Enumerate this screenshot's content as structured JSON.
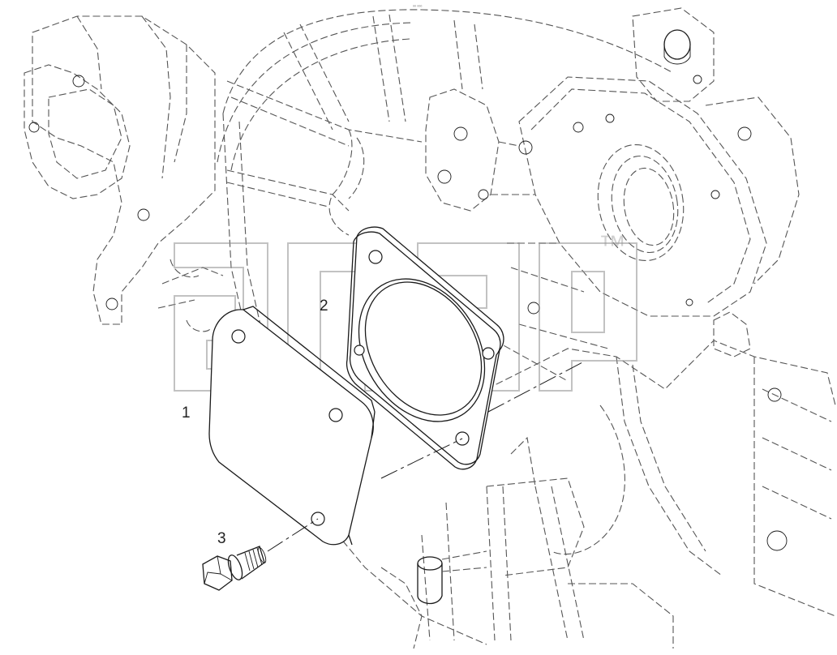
{
  "diagram": {
    "header_mark": "⁰⁰ ⁰⁰⁰",
    "callouts": [
      {
        "id": "1",
        "label": "1"
      },
      {
        "id": "2",
        "label": "2"
      },
      {
        "id": "3",
        "label": "3"
      }
    ],
    "watermark": {
      "text": "dnap",
      "trademark": "™"
    }
  },
  "colors": {
    "line": "#1a1a1a",
    "hidden_line": "#555555",
    "watermark": "#9a9a9a",
    "background": "#ffffff"
  }
}
